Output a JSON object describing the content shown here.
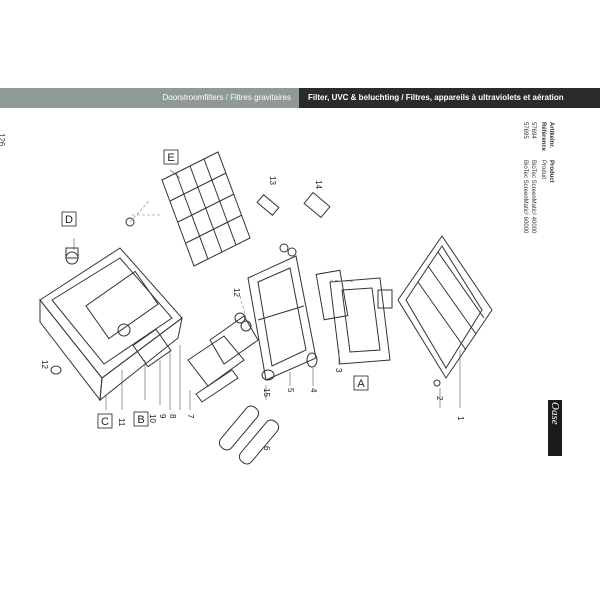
{
  "header": {
    "left_title": "Doorstroomfilters / Filtres gravitaires",
    "right_title": "Filter, UVC & beluchting / Filtres, appareils à ultraviolets et aération"
  },
  "page_number": "126",
  "table": {
    "col1_header_line1": "Artikelnr.",
    "col1_header_line2": "Référence",
    "col2_header_line1": "Product",
    "col2_header_line2": "Produit",
    "rows": [
      {
        "code": "57694",
        "product": "BioTec ScreenMatic² 40000"
      },
      {
        "code": "57695",
        "product": "BioTec ScreenMatic² 60000"
      }
    ]
  },
  "brand": {
    "logo": "Oase"
  },
  "diagram": {
    "letter_labels": [
      "A",
      "B",
      "C",
      "D",
      "E"
    ],
    "number_labels": [
      "1",
      "2",
      "3",
      "4",
      "5",
      "6",
      "7",
      "8",
      "9",
      "10",
      "11",
      "12",
      "12",
      "13",
      "14",
      "15"
    ]
  }
}
